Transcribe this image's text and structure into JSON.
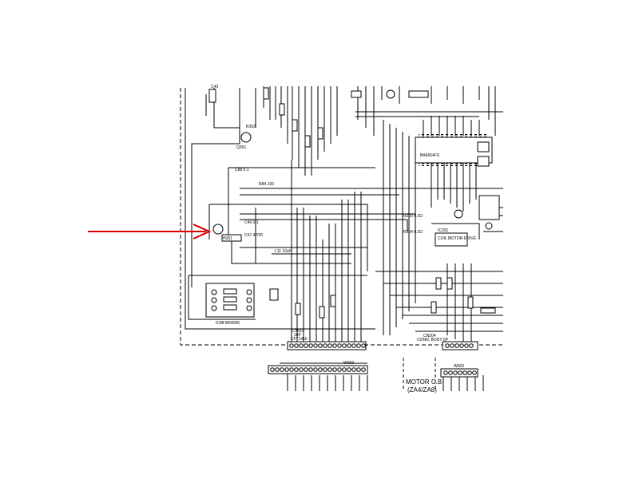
{
  "colors": {
    "ink": "#000000",
    "pointer": "#e00000",
    "paper": "#ffffff"
  },
  "labels": {
    "c43": "C43",
    "q301": "Q301",
    "r302": "R302",
    "c88": "C88 0.1",
    "c46": "C46 0.1",
    "c47": "C47 47/25",
    "r84": "R84 100",
    "l11": "L11 10uH",
    "ic201": "IC201",
    "ic201_part": "BA6664FS",
    "coil_motor_drive": "COIL MOTOR DRIVE",
    "ic88": "IC88 BR4066",
    "cn501": "CN501",
    "cn501_sub": "16P",
    "cn501_part": "CFT1416",
    "cn204": "CN204",
    "cn204_sub": "CONN. BODY 6P",
    "w002": "W002",
    "w003": "W003",
    "motor_cb": "MOTOR C.B",
    "motor_cb_sub": "(ZA4/ZA8)",
    "hall": "H301",
    "r203": "R203 0.2Ω",
    "r204": "R204 0.2Ω"
  }
}
